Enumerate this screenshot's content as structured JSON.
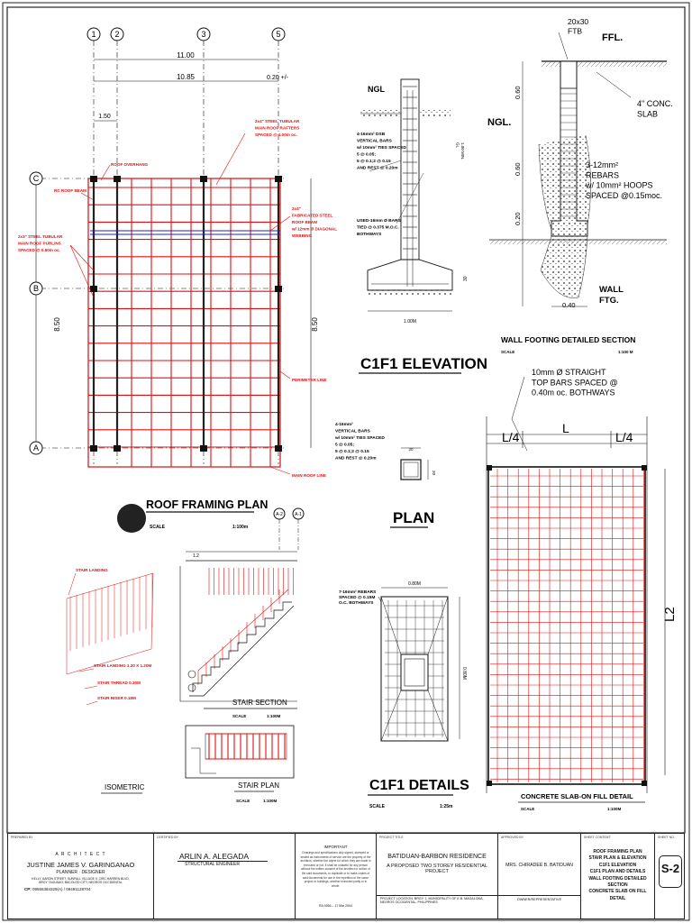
{
  "grid": {
    "cols": [
      "1",
      "2",
      "3",
      "5"
    ],
    "rows": [
      "C",
      "B",
      "A"
    ],
    "dim_total": "11.00",
    "dim_inner": "10.85",
    "dim_small": "0.20 +/-",
    "dim_150": "1.50",
    "dim_850_left": "8.50",
    "dim_850_right": "8.50"
  },
  "roof": {
    "annot_rafters": "2x4\" STEEL TUBULAR\nMAIN ROOF RAFTERS\nSPACED @ 1.00m oc.",
    "annot_overhang": "ROOF OVERHANG",
    "annot_rc_beam": "RC ROOF BEAM",
    "annot_purlins": "2x3\" STEEL TUBULAR\nMAIN ROOF PURLINS\nSPACED @ 0.60m oc.",
    "annot_fabricated": "2x4\"\nFABRICATED STEEL\nROOF BEAM\nw/ 12mm Ø DIAGONAL\nWEBBING",
    "annot_perimeter": "PERIMETER LINE",
    "annot_main_roof": "MAIN ROOF LINE",
    "title": "ROOF FRAMING PLAN",
    "scale_label": "SCALE",
    "scale_value": "1:100m"
  },
  "c1f1": {
    "ngl": "NGL",
    "bars_note": "4-16mm² DSB\nVERTICAL BARS\nw/ 10mm² TIES SPACED\n5 @ 0.05;\n5 @ 0.1;2 @ 0.15\nAND REST @ 0.20m",
    "ties_note": "USED-16mm Ø BARS\nTIED @ 0.375 M.O.C.\nBOTHWAYS",
    "side_note": "1.00 MIN.\nGL",
    "dim_width": "1.00M",
    "dim_30": "30",
    "title": "C1F1 ELEVATION"
  },
  "plan": {
    "bars_note": "4-16mm²\nVERTICAL BARS\nw/ 10mm² TIES SPACED\n5 @ 0.05;\n5 @ 0.1;2 @ 0.15\nAND REST @ 0.20m",
    "dim_w": "20",
    "dim_h": "20",
    "title": "PLAN"
  },
  "wall": {
    "ftb": "20x30\nFTB",
    "ffl": "FFL.",
    "ngl": "NGL.",
    "conc_slab": "4\" CONC.\nSLAB",
    "rebars": "3-12mm²\nREBARS\nw/ 10mm² HOOPS\nSPACED @0.15moc.",
    "wall_ftg": "WALL\nFTG.",
    "dim_060_top": "0.60",
    "dim_060_mid": "0.60",
    "dim_020": "0.20",
    "dim_040": "0.40",
    "title": "WALL FOOTING DETAILED SECTION",
    "scale_label": "SCALE",
    "scale_value": "1:100 M"
  },
  "slab": {
    "note": "10mm Ø STRAIGHT\nTOP BARS SPACED @\n0.40m oc. BOTHWAYS",
    "l4_left": "L/4",
    "l_mid": "L",
    "l4_right": "L/4",
    "l2": "L2",
    "title": "CONCRETE SLAB-ON FILL DETAIL",
    "scale_label": "SCALE",
    "scale_value": "1:100M"
  },
  "stairs": {
    "landing": "STAIR LANDING",
    "landing_size": "STAIR LANDING 1.20 X 1.20M",
    "thread": "STAIR THREAD 0.30M",
    "riser": "STAIR RISER 0.18M",
    "isometric": "ISOMETRIC",
    "grid_a2": "A-2",
    "grid_a1": "A-1",
    "dim_12": "1.2",
    "section_title": "STAIR SECTION",
    "section_scale_label": "SCALE",
    "section_scale_value": "1:100M",
    "plan_title": "STAIR PLAN",
    "plan_scale_label": "SCALE",
    "plan_scale_value": "1:100M"
  },
  "details": {
    "bars_note": "7-16mm² REBARS\nSPACED @ 0.15M\nO.C. BOTHWAYS",
    "dim_top": "0.80M",
    "dim_side": "0.80M",
    "title": "C1F1 DETAILS",
    "scale_label": "SCALE",
    "scale_value": "1:25m"
  },
  "titleblock": {
    "prepared_by": "PREPARED BY",
    "certified_by": "CERTIFIED BY",
    "important": "IMPORTANT",
    "project_title_cap": "PROJECT TITLE",
    "approved_by": "APPROVED BY",
    "sheet_content_cap": "SHEET CONTENT",
    "sheet_no_cap": "SHEET NO.",
    "architect_word": "A R C H I T E C T",
    "architect_name": "JUSTINE JAMES V. GARINGANAO",
    "architect_role": "PLANNER  ·  DESIGNER",
    "architect_address": "KELLY, AARON STREET, SUNFALL VILLAGE II, CIRC.HARREN BLVD,\nBRGY TAGUSAO, BACOLOD CITY, NEGROS OCCIDENTAL",
    "cp_label": "CP:",
    "cp_value": "09565384329(A) / 09491128704",
    "engineer_name": "ARLIN A. ALEGADA",
    "engineer_role": "STRUCTURAL ENGINEER",
    "important_text": "Drawings and specifications duly signed, stamped or sealed as instruments of service are the property of the architect, whether the object for which they are made is executed or not. It shall be unlawful for any person without the written consent of the architect or author of the said documents, to duplicate or to make copies of said documents for use in the repetition of the same project or buildings, whether executed partly or in whole.",
    "important_ref": "RA 9266 – 17 Mar 2004",
    "project_name": "BATIDUAN-BARBON RESIDENCE",
    "project_desc": "A PROPOSED TWO STOREY RESIDENTIAL PROJECT",
    "project_location": "PROJECT LOCATION: BRGY. 1, MUNICIPALITY OF E.B. MAGALONA,\nNEGROS OCCIDENTAL, PHILIPPINES",
    "owner_name": "MRS. CHIRADEE B. BATIDUAN",
    "owner_role": "OWNER/REPRESENTATIVE",
    "sheet_content": "ROOF FRAMING PLAN\nSTAIR PLAN & ELEVATION\nC1F1 ELEVATION\nC1F1 PLAN AND DETAILS\nWALL FOOTING DETAILED SECTION\nCONCRETE SLAB ON FILL DETAIL",
    "sheet_no": "S-2"
  },
  "colors": {
    "line": "#1a1a1a",
    "red": "#e01010",
    "blue": "#2020c8"
  }
}
